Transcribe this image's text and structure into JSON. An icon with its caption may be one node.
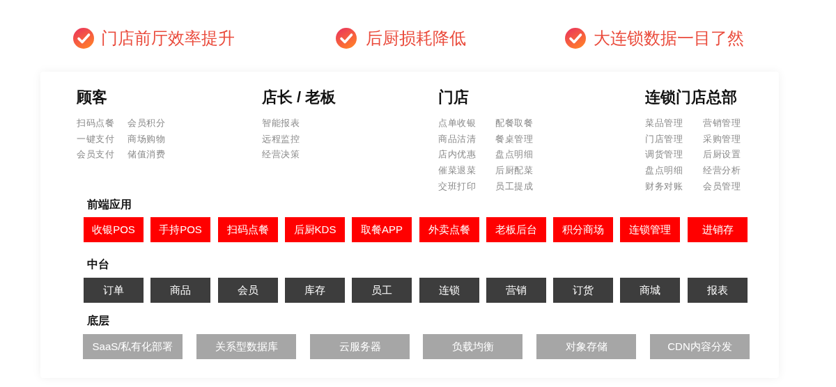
{
  "diagram": {
    "nodes": [
      {
        "text": [
          "收银POS"
        ]
      },
      {
        "text": [
          "手持POS"
        ]
      },
      {
        "text": [
          "扫码点餐"
        ]
      },
      {
        "text": [
          "后厨KDS"
        ]
      },
      {
        "text": [
          "取餐APP"
        ]
      },
      {
        "text": [
          "外卖点餐"
        ]
      },
      {
        "text": [
          "老板后台"
        ]
      },
      {
        "text": [
          "积分商场"
        ]
      },
      {
        "text": [
          "连锁管理"
        ]
      },
      {
        "text": [
          "进销存"
        ]
      },
      {
        "text": [
          "订单"
        ]
      },
      {
        "text": [
          "商品"
        ]
      },
      {
        "text": [
          "会员"
        ]
      },
      {
        "text": [
          "库存"
        ]
      },
      {
        "text": [
          "员工"
        ]
      },
      {
        "text": [
          "连锁"
        ]
      },
      {
        "text": [
          "营销"
        ]
      },
      {
        "text": [
          "订货"
        ]
      },
      {
        "text": [
          "商城"
        ]
      },
      {
        "text": [
          "报表"
        ]
      },
      {
        "text": [
          "SaaS/私有化部署"
        ]
      },
      {
        "text": [
          "关系型数据库"
        ]
      },
      {
        "text": [
          "云服务器"
        ]
      },
      {
        "text": [
          "负载均衡"
        ]
      },
      {
        "text": [
          "对象存储"
        ]
      },
      {
        "text": [
          "CDN内容分发"
        ]
      }
    ],
    "labels": [
      "门店前厅效率提升",
      "后厨损耗降低",
      "大连锁数据一目了然",
      "顾客",
      "扫码点餐",
      "会员积分",
      "一键支付",
      "商场购物",
      "会员支付",
      "储值消费",
      "店长 / 老板",
      "智能报表",
      "远程监控",
      "经营决策",
      "门店",
      "点单收银",
      "配餐取餐",
      "商品沽清",
      "餐桌管理",
      "店内优惠",
      "盘点明细",
      "催菜退菜",
      "后厨配菜",
      "交班打印",
      "员工提成",
      "连锁门店总部",
      "菜品管理",
      "营销管理",
      "门店管理",
      "采购管理",
      "调货管理",
      "后厨设置",
      "盘点明细",
      "经营分析",
      "财务对账",
      "会员管理",
      "前端应用",
      "中台",
      "底层"
    ]
  }
}
